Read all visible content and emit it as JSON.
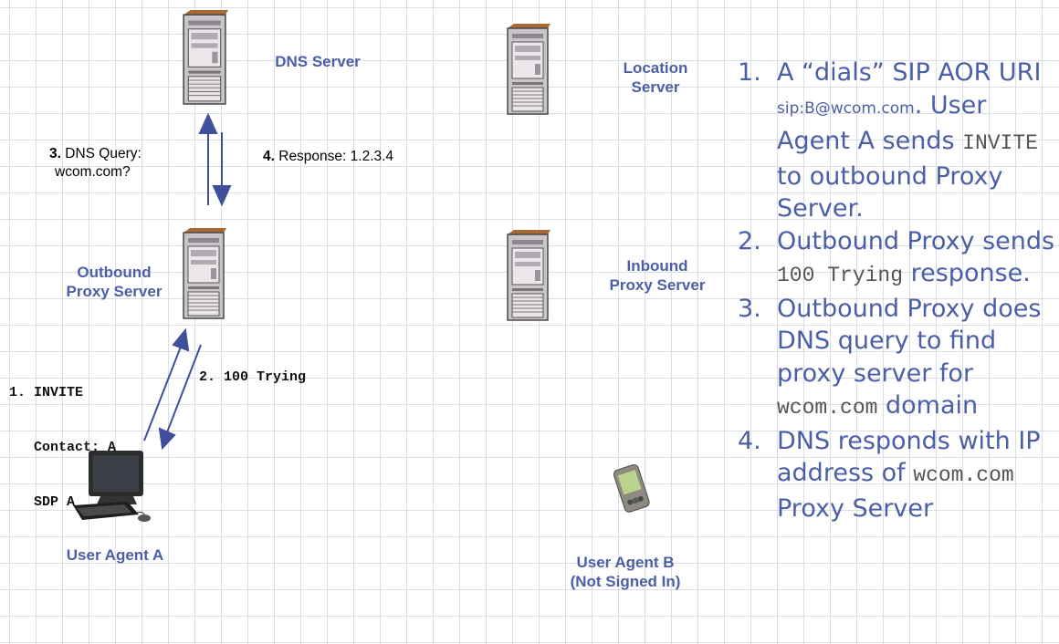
{
  "nodes": {
    "dns_server": "DNS Server",
    "location_server": [
      "Location",
      "Server"
    ],
    "outbound_proxy": [
      "Outbound",
      "Proxy Server"
    ],
    "inbound_proxy": [
      "Inbound",
      "Proxy Server"
    ],
    "user_agent_a": "User Agent A",
    "user_agent_b": [
      "User Agent B",
      "(Not Signed In)"
    ]
  },
  "messages": {
    "dns_query": {
      "num": "3.",
      "line1": " DNS Query:",
      "line2": "wcom.com?"
    },
    "dns_response": {
      "num": "4.",
      "text": " Response: 1.2.3.4"
    },
    "invite": [
      "1. INVITE",
      "   Contact: A",
      "   SDP A"
    ],
    "trying": "2. 100 Trying"
  },
  "steps": [
    {
      "num": "1.",
      "parts": [
        "A “dials” SIP AOR URI ",
        "sip:B@wcom.com",
        ". User Agent A sends ",
        "INVITE",
        " to outbound Proxy Server."
      ]
    },
    {
      "num": "2.",
      "parts": [
        "Outbound Proxy sends ",
        "100 Trying",
        " response."
      ]
    },
    {
      "num": "3.",
      "parts": [
        "Outbound Proxy does DNS query to find proxy server for ",
        "wcom.com",
        " domain"
      ]
    },
    {
      "num": "4.",
      "parts": [
        "DNS responds with IP address of ",
        "wcom.com",
        " Proxy Server"
      ]
    }
  ],
  "colors": {
    "label": "#4b5fa6",
    "arrow": "#3f4f9c",
    "server_body": "#c8c2c8",
    "server_top": "#b5763c",
    "grid": "#d9dde6"
  },
  "icons": [
    "server-icon",
    "desktop-computer-icon",
    "pda-icon"
  ]
}
